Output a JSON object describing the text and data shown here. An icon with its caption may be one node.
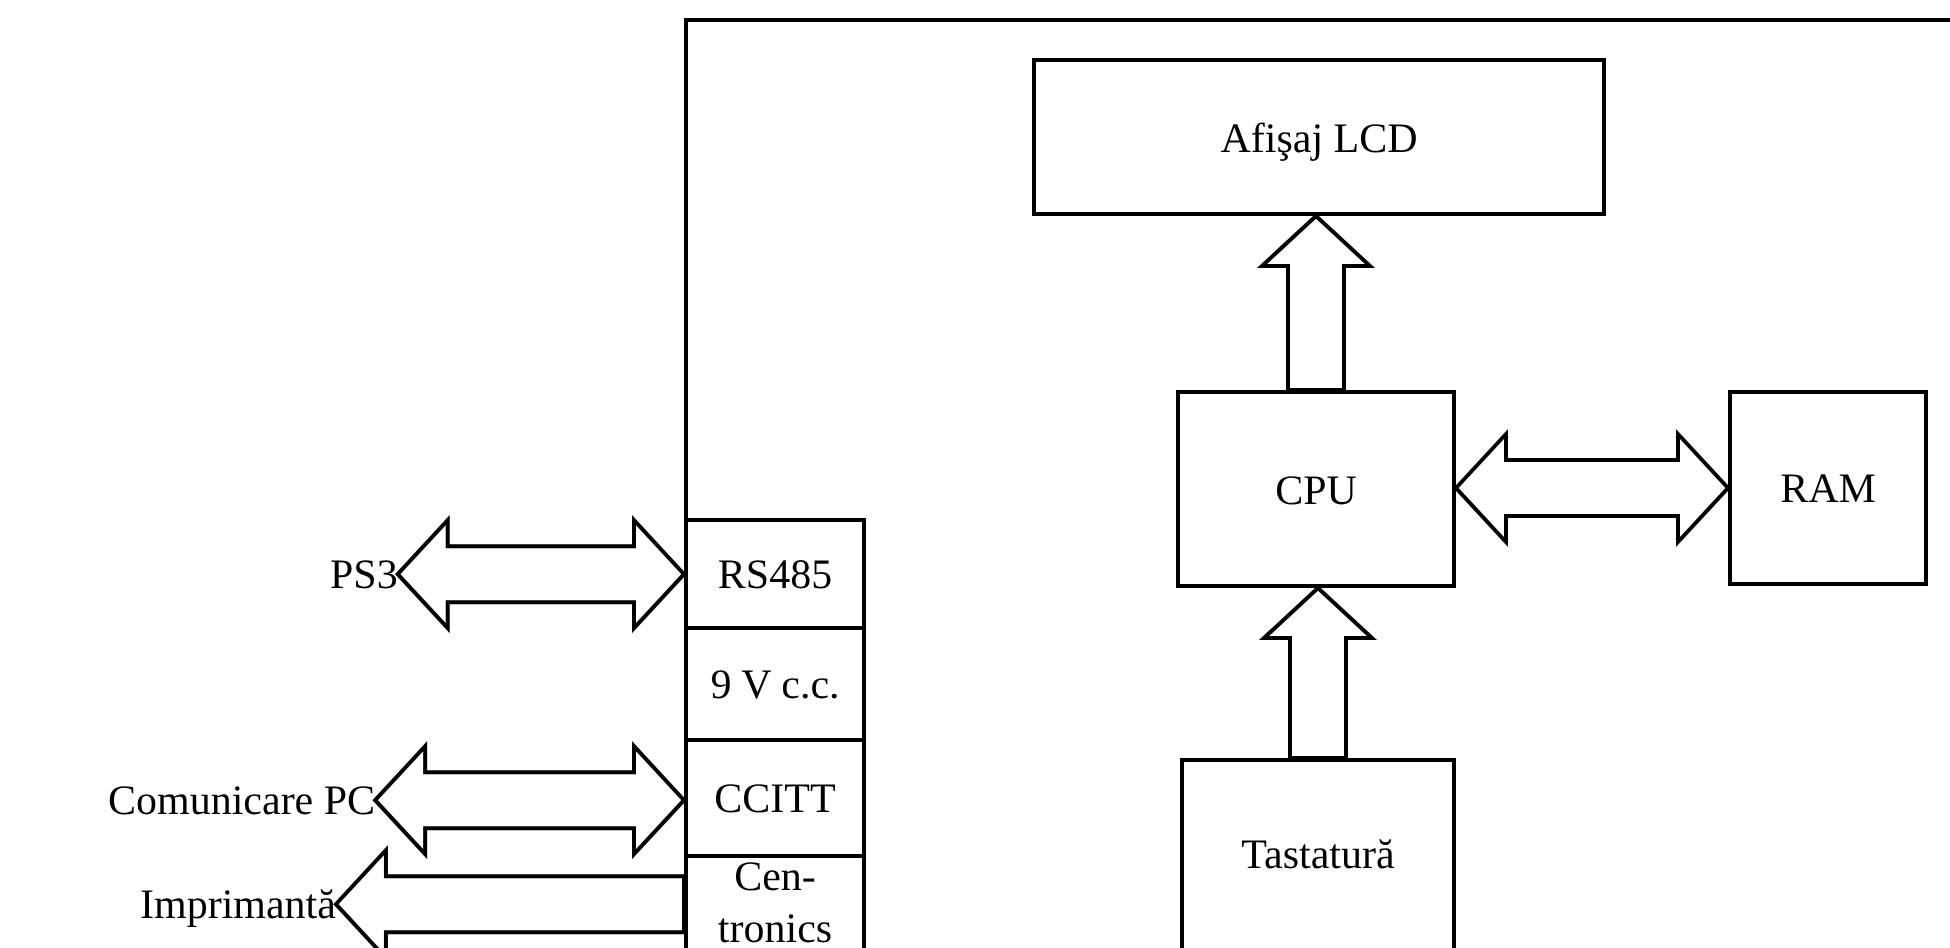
{
  "diagram": {
    "nodes": [
      {
        "text": [],
        "shape": "box"
      },
      {
        "text": [
          "Afişaj  LCD"
        ],
        "in": 0
      },
      {
        "text": [
          "RS485"
        ],
        "in": 0
      },
      {
        "text": [
          "CPU"
        ],
        "in": 0
      },
      {
        "text": [
          "RAM"
        ],
        "in": 0
      },
      {
        "text": [
          "9 V c.c."
        ],
        "in": 0
      },
      {
        "text": [
          "CCITT"
        ],
        "in": 0
      },
      {
        "text": [
          "Cen- tronics"
        ],
        "in": 0
      },
      {
        "text": [
          "Tastatură"
        ],
        "in": 0
      },
      {
        "text": [
          "PS3"
        ]
      },
      {
        "text": [
          "Comunicare PC"
        ]
      },
      {
        "text": [
          "Imprimantă"
        ]
      }
    ],
    "edges": [
      {
        "from": 9,
        "to": 2,
        "arrow": "both"
      },
      {
        "from": 3,
        "to": 1,
        "arrow": "to"
      },
      {
        "from": 3,
        "to": 4,
        "arrow": "both"
      },
      {
        "from": 10,
        "to": 6,
        "arrow": "both"
      },
      {
        "from": 7,
        "to": 11,
        "arrow": "to"
      },
      {
        "from": 8,
        "to": 3,
        "arrow": "to"
      }
    ]
  }
}
